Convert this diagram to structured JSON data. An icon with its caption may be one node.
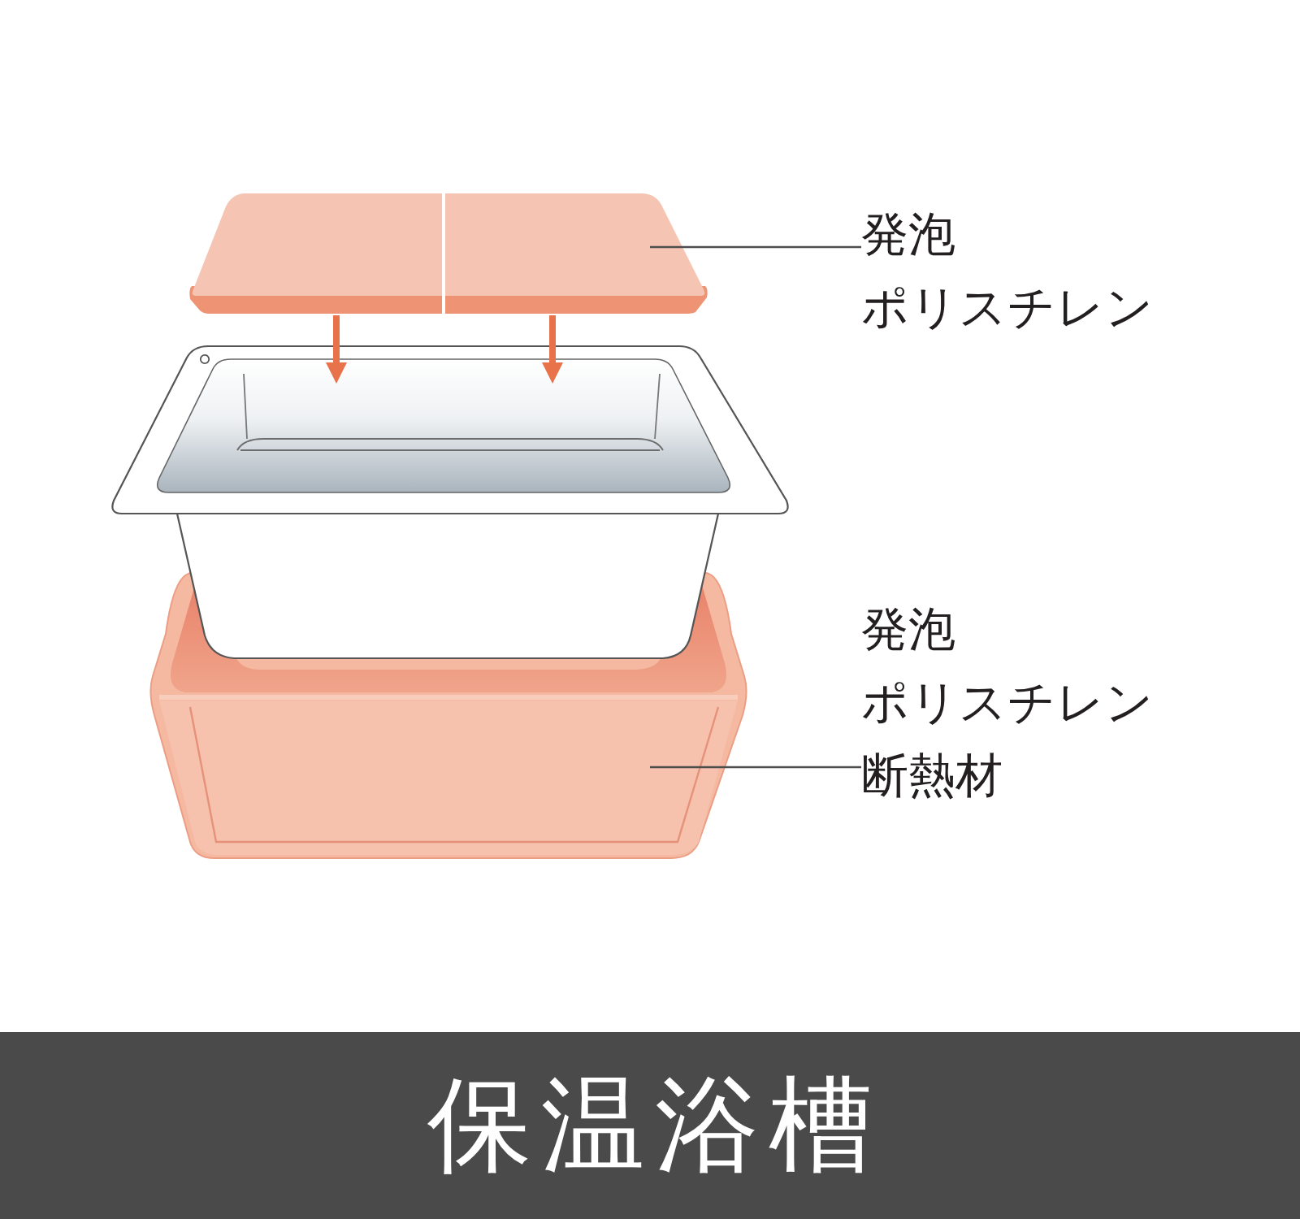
{
  "diagram": {
    "title": "保温浴槽",
    "nodes": [
      {
        "text": [],
        "shape": "picture"
      },
      {
        "text": [
          "発泡ポリスチレン"
        ]
      },
      {
        "text": [],
        "shape": "picture"
      },
      {
        "text": [],
        "shape": "picture"
      },
      {
        "text": [
          "発泡ポリスチレン断熱材"
        ]
      }
    ],
    "edges": [
      {
        "from": 1,
        "to": 0,
        "arrow": "none"
      },
      {
        "from": 0,
        "to": 2,
        "arrow": "to",
        "style": "thick",
        "color": "#e8734a"
      },
      {
        "from": 0,
        "to": 2,
        "arrow": "to",
        "style": "thick",
        "color": "#e8734a"
      },
      {
        "from": 4,
        "to": 3,
        "arrow": "none"
      }
    ]
  }
}
